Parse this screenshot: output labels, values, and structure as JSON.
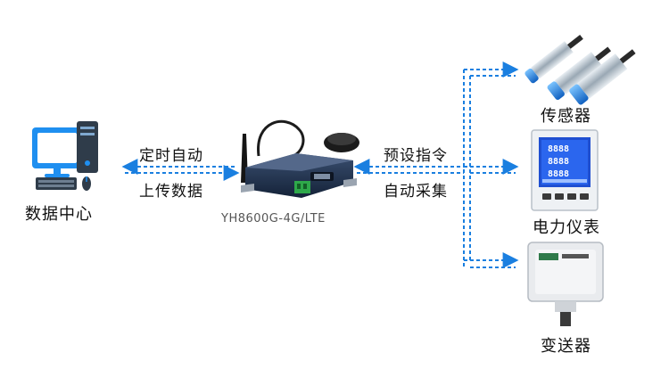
{
  "data_center": {
    "label": "数据中心"
  },
  "left_link": {
    "top_label": "定时自动",
    "bottom_label": "上传数据"
  },
  "gateway": {
    "model": "YH8600G-4G/LTE"
  },
  "right_link": {
    "top_label": "预设指令",
    "bottom_label": "自动采集"
  },
  "devices": [
    {
      "label": "传感器"
    },
    {
      "label": "电力仪表"
    },
    {
      "label": "变送器"
    }
  ],
  "colors": {
    "arrow": "#1a7fe0",
    "meter_screen": "#1f4fd1",
    "gateway_body": "#1d2e48"
  }
}
